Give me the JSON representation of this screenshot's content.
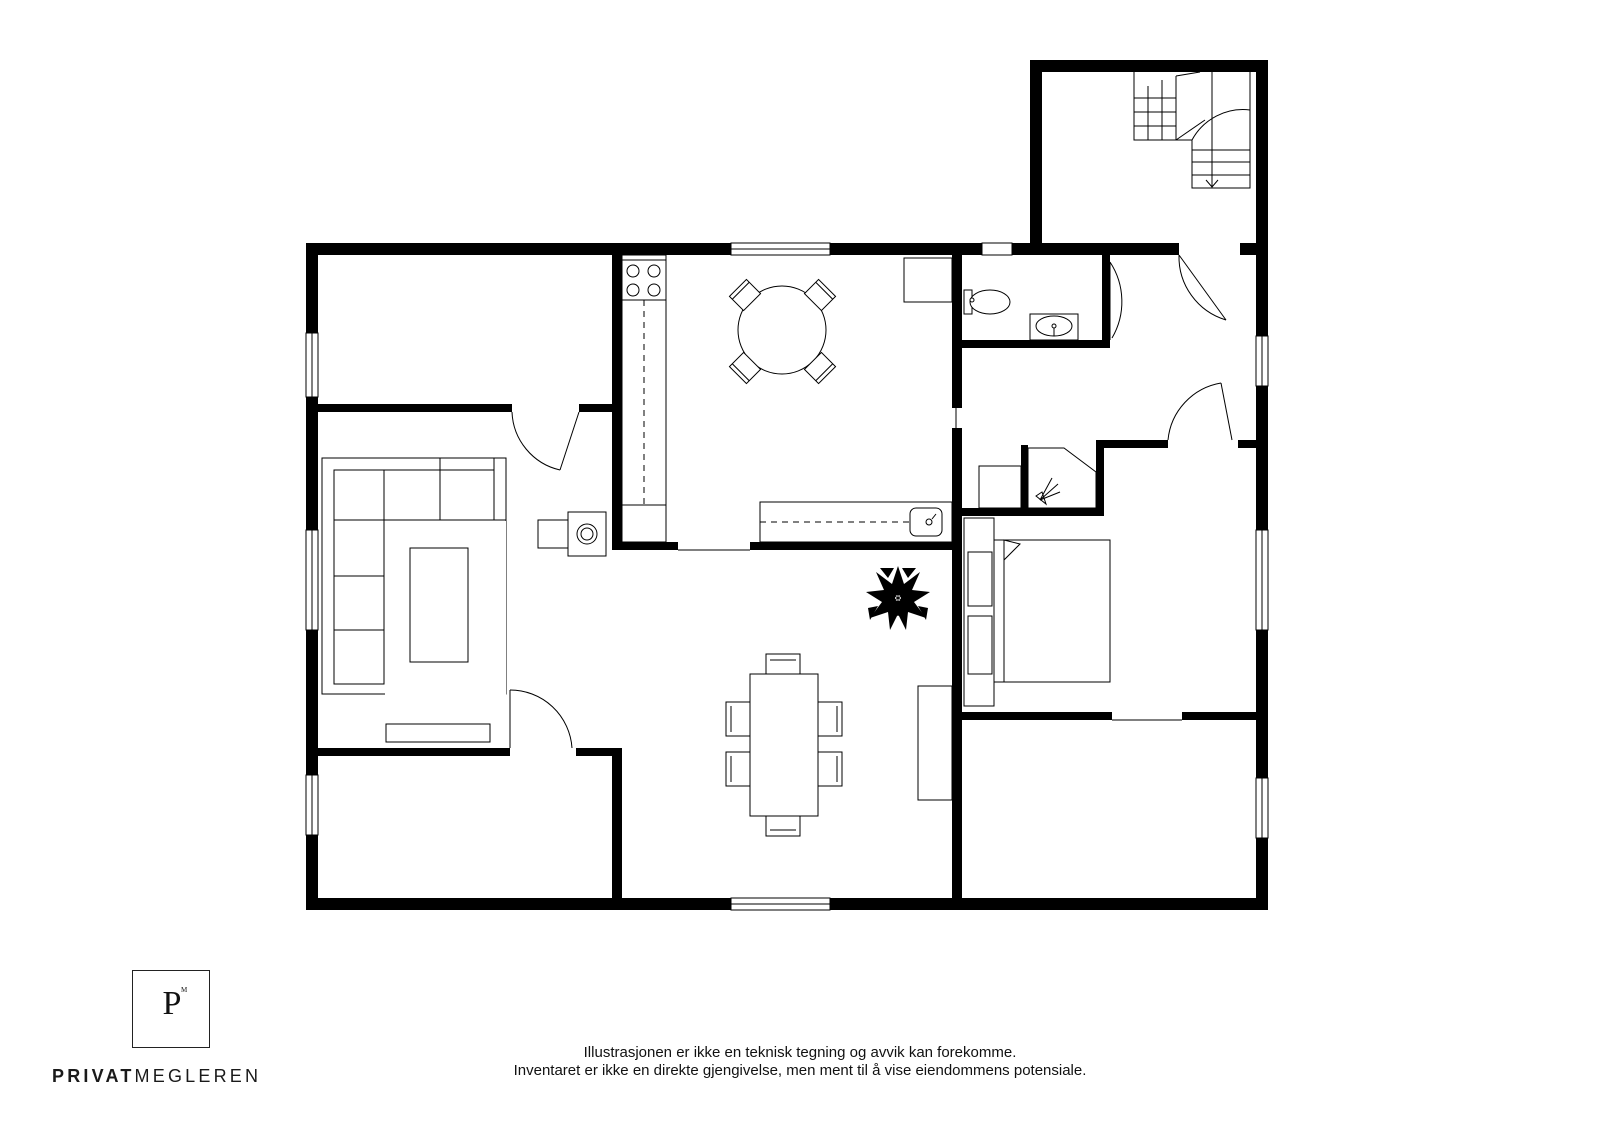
{
  "brand": {
    "letter": "P",
    "superscript": "M",
    "name_bold": "PRIVAT",
    "name_light": "MEGLEREN"
  },
  "disclaimer": {
    "line1": "Illustrasjonen er ikke en teknisk tegning og avvik kan forekomme.",
    "line2": "Inventaret er ikke en direkte gjengivelse, men ment til å vise eiendommens potensiale."
  },
  "colors": {
    "wall": "#000000",
    "background": "#ffffff"
  },
  "icons": [
    "stairs-icon",
    "toilet-icon",
    "sink-icon",
    "shower-icon",
    "plant-icon",
    "stove-icon",
    "fireplace-icon"
  ]
}
